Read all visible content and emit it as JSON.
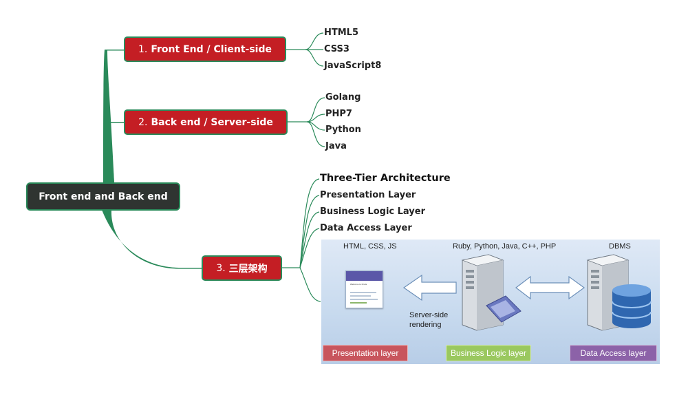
{
  "root": {
    "label": "Front end and Back end"
  },
  "branches": [
    {
      "num": "1.",
      "label": "Front End / Client-side",
      "children": [
        "HTML5",
        "CSS3",
        "JavaScript8"
      ]
    },
    {
      "num": "2.",
      "label": "Back end / Server-side",
      "children": [
        "Golang",
        "PHP7",
        "Python",
        "Java"
      ]
    },
    {
      "num": "3.",
      "label": "三层架构",
      "children": [
        "Three-Tier Architecture",
        "Presentation Layer",
        "Business Logic Layer",
        "Data Access Layer"
      ]
    }
  ],
  "architecture": {
    "captions": {
      "presentation": "HTML, CSS, JS",
      "business": "Ruby, Python, Java, C++, PHP",
      "data": "DBMS"
    },
    "rendering_note_1": "Server-side",
    "rendering_note_2": "rendering",
    "webpage_title": "Welcome to Fruits",
    "layers": {
      "presentation": "Presentation layer",
      "business": "Business Logic layer",
      "data": "Data Access layer"
    }
  },
  "colors": {
    "branch_red": "#c41e24",
    "root_dark": "#2f3431",
    "connector_green": "#2a8a5a"
  }
}
